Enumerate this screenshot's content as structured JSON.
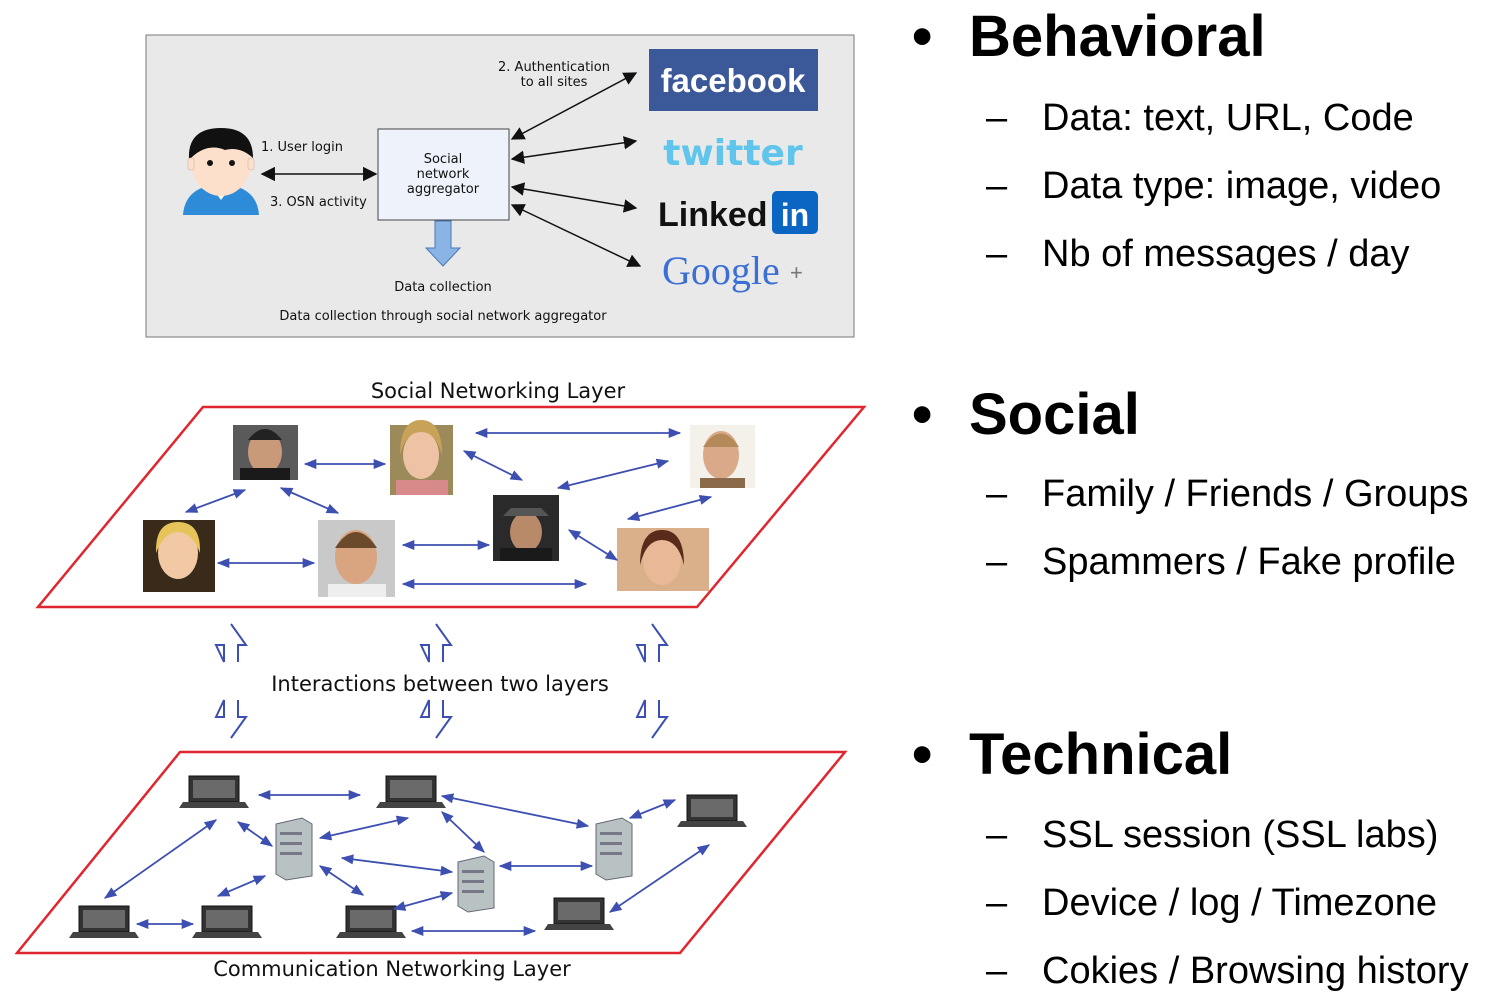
{
  "aggregator_figure": {
    "step1": "1. User login",
    "step2_line1": "2. Authentication",
    "step2_line2": "to all sites",
    "step3": "3. OSN activity",
    "aggregator_line1": "Social",
    "aggregator_line2": "network",
    "aggregator_line3": "aggregator",
    "data_collection": "Data collection",
    "caption": "Data collection through social network aggregator",
    "logos": {
      "facebook": "facebook",
      "twitter": "twitter",
      "linkedin_text": "Linked",
      "linkedin_in": "in",
      "google": "Google",
      "google_plus": "+"
    },
    "colors": {
      "panel": "#e9e9e9",
      "facebook": "#3b5998",
      "twitter": "#5fc5ec",
      "linkedin_in": "#0a66c2"
    }
  },
  "layers_figure": {
    "top_layer": "Social Networking Layer",
    "middle": "Interactions between two layers",
    "bottom_layer": "Communication Networking Layer",
    "colors": {
      "plane": "#e0262e",
      "arrow": "#3d4fb0"
    }
  },
  "bullets": [
    {
      "heading": "Behavioral",
      "items": [
        "Data: text, URL, Code",
        "Data type: image, video",
        "Nb of messages / day"
      ]
    },
    {
      "heading": "Social",
      "items": [
        "Family / Friends / Groups",
        "Spammers / Fake profile"
      ]
    },
    {
      "heading": "Technical",
      "items": [
        "SSL session (SSL labs)",
        "Device / log / Timezone",
        "Cokies / Browsing history"
      ]
    }
  ],
  "bullet_symbol": "•",
  "dash_symbol": "–"
}
